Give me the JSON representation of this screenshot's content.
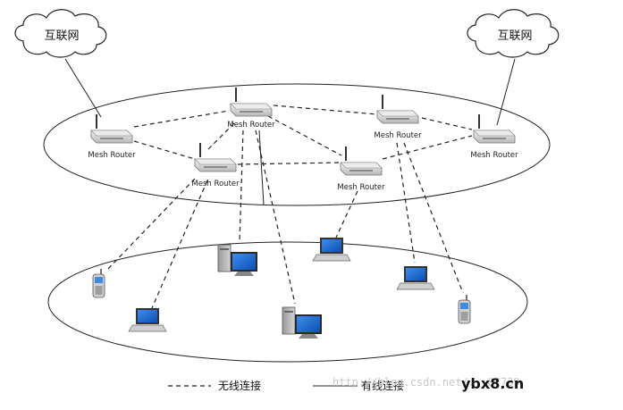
{
  "clouds": [
    {
      "id": "left",
      "label": "互联网"
    },
    {
      "id": "right",
      "label": "互联网"
    }
  ],
  "routers": [
    {
      "id": "r-top",
      "label": "Mesh Router"
    },
    {
      "id": "r-left",
      "label": "Mesh Router"
    },
    {
      "id": "r-center-left",
      "label": "Mesh Router"
    },
    {
      "id": "r-center-right",
      "label": "Mesh Router"
    },
    {
      "id": "r-top-right",
      "label": "Mesh Router"
    },
    {
      "id": "r-right",
      "label": "Mesh Router"
    }
  ],
  "clients": [
    {
      "id": "phone-left",
      "icon": "phone-icon"
    },
    {
      "id": "laptop-1",
      "icon": "laptop-icon"
    },
    {
      "id": "desktop-1",
      "icon": "desktop-icon"
    },
    {
      "id": "desktop-2",
      "icon": "desktop-icon"
    },
    {
      "id": "laptop-2",
      "icon": "laptop-icon"
    },
    {
      "id": "laptop-3",
      "icon": "laptop-icon"
    },
    {
      "id": "phone-right",
      "icon": "phone-icon"
    }
  ],
  "legend": {
    "wireless_label": "无线连接",
    "wired_label": "有线连接"
  },
  "watermark": {
    "text": "http://blog.csdn.net/...07739",
    "brand": "ybx8.cn"
  },
  "colors": {
    "router_body": "#d8d8d8",
    "screen_blue": "#1e6fd9",
    "line": "#222222"
  }
}
